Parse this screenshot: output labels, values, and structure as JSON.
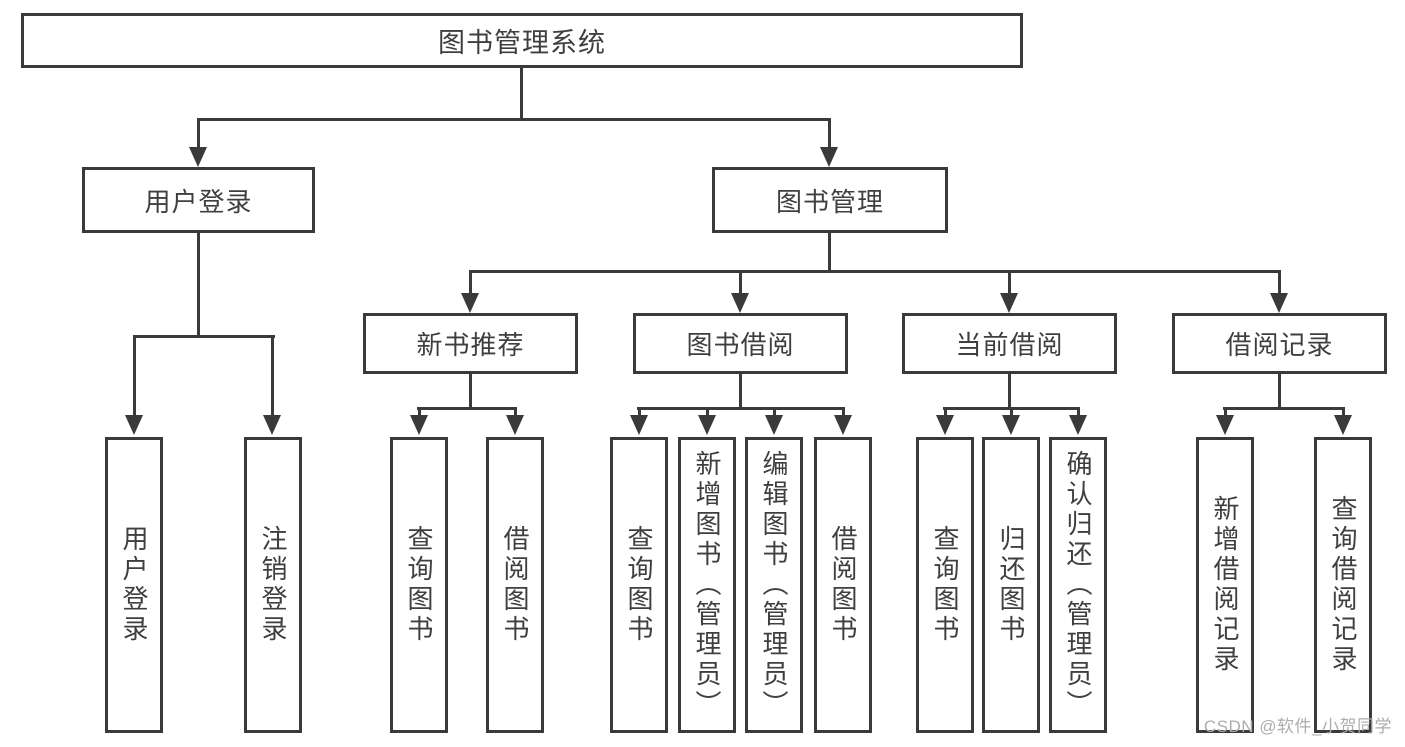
{
  "watermark": "CSDN @软件_小贺同学",
  "colors": {
    "line": "#3a3a3a",
    "text": "#3f3f3f",
    "background": "#ffffff",
    "watermark": "#adadad"
  },
  "tree": {
    "label": "图书管理系统",
    "children": [
      {
        "label": "用户登录",
        "leaves": [
          "用户登录",
          "注销登录"
        ]
      },
      {
        "label": "图书管理",
        "children": [
          {
            "label": "新书推荐",
            "leaves": [
              "查询图书",
              "借阅图书"
            ]
          },
          {
            "label": "图书借阅",
            "leaves": [
              "查询图书",
              "新增图书（管理员）",
              "编辑图书（管理员）",
              "借阅图书"
            ]
          },
          {
            "label": "当前借阅",
            "leaves": [
              "查询图书",
              "归还图书",
              "确认归还（管理员）"
            ]
          },
          {
            "label": "借阅记录",
            "leaves": [
              "新增借阅记录",
              "查询借阅记录"
            ]
          }
        ]
      }
    ]
  }
}
